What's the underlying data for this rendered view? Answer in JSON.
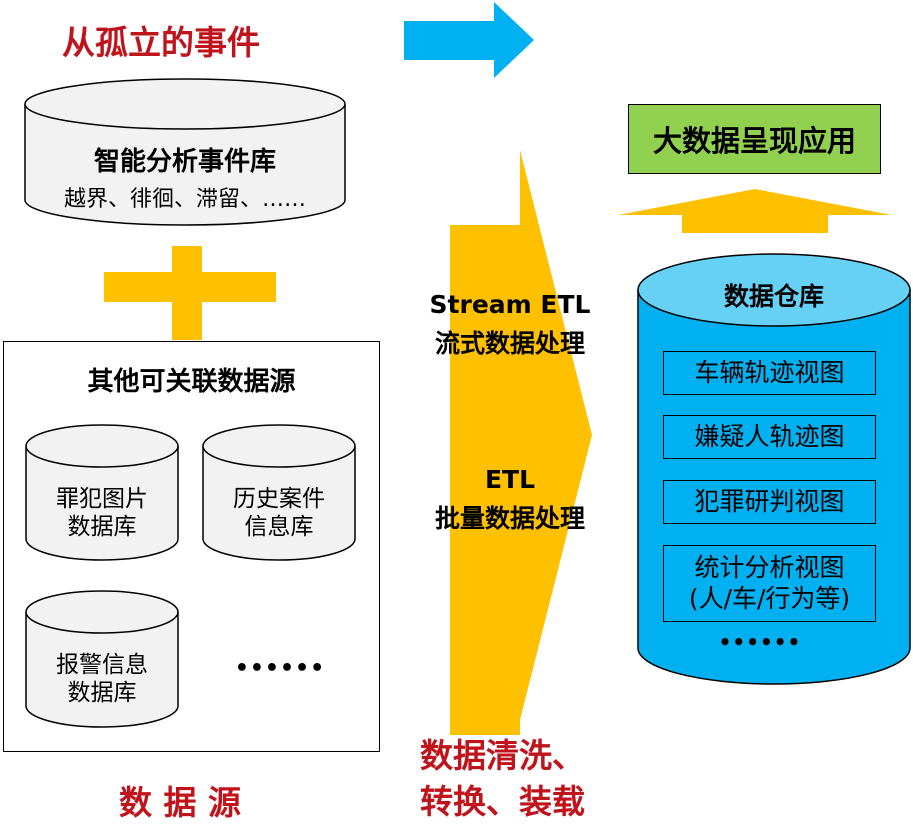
{
  "title_left": "从孤立的事件",
  "event_db": {
    "title": "智能分析事件库",
    "subtitle": "越界、徘徊、滞留、……"
  },
  "other_sources": {
    "title": "其他可关联数据源",
    "criminal_db": [
      "罪犯图片",
      "数据库"
    ],
    "history_db": [
      "历史案件",
      "信息库"
    ],
    "alarm_db": [
      "报警信息",
      "数据库"
    ],
    "more": "••••••"
  },
  "data_source_label": "数 据 源",
  "etl": {
    "stream_en": "Stream ETL",
    "stream_cn": "流式数据处理",
    "batch_en": "ETL",
    "batch_cn": "批量数据处理"
  },
  "etl_caption": [
    "数据清洗、",
    "转换、装载"
  ],
  "app": "大数据呈现应用",
  "warehouse": {
    "title": "数据仓库",
    "views": [
      "车辆轨迹视图",
      "嫌疑人轨迹图",
      "犯罪研判视图"
    ],
    "stats_view": [
      "统计分析视图",
      "(人/车/行为等)"
    ],
    "more": "••••••"
  },
  "colors": {
    "title_red": "#c0141c",
    "arrow_blue": "#00b0f0",
    "arrow_orange": "#ffc000",
    "app_green": "#92d050",
    "warehouse_blue": "#00b0f0",
    "warehouse_top": "#66d0f5",
    "cylinder_gray": "#f2f2f2"
  }
}
